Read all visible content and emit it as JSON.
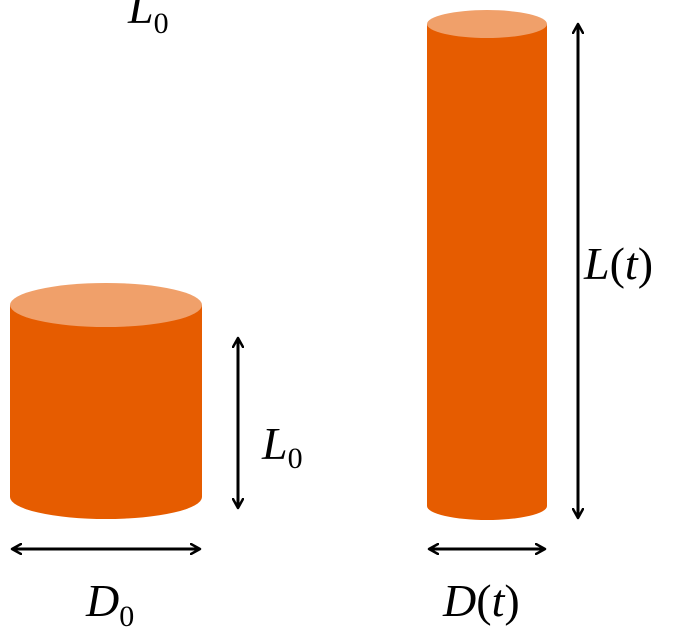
{
  "labels": {
    "top_partial": {
      "var": "L",
      "sub": "0"
    },
    "short_height": {
      "var": "L",
      "sub": "0"
    },
    "short_diameter": {
      "var": "D",
      "sub": "0"
    },
    "tall_height": {
      "var": "L",
      "open": "(",
      "arg": "t",
      "close": ")"
    },
    "tall_diameter": {
      "var": "D",
      "open": "(",
      "arg": "t",
      "close": ")"
    }
  },
  "colors": {
    "cylinder_body": "#E65C00",
    "cylinder_top": "#F0A06A",
    "arrow": "#000000",
    "text": "#000000"
  }
}
